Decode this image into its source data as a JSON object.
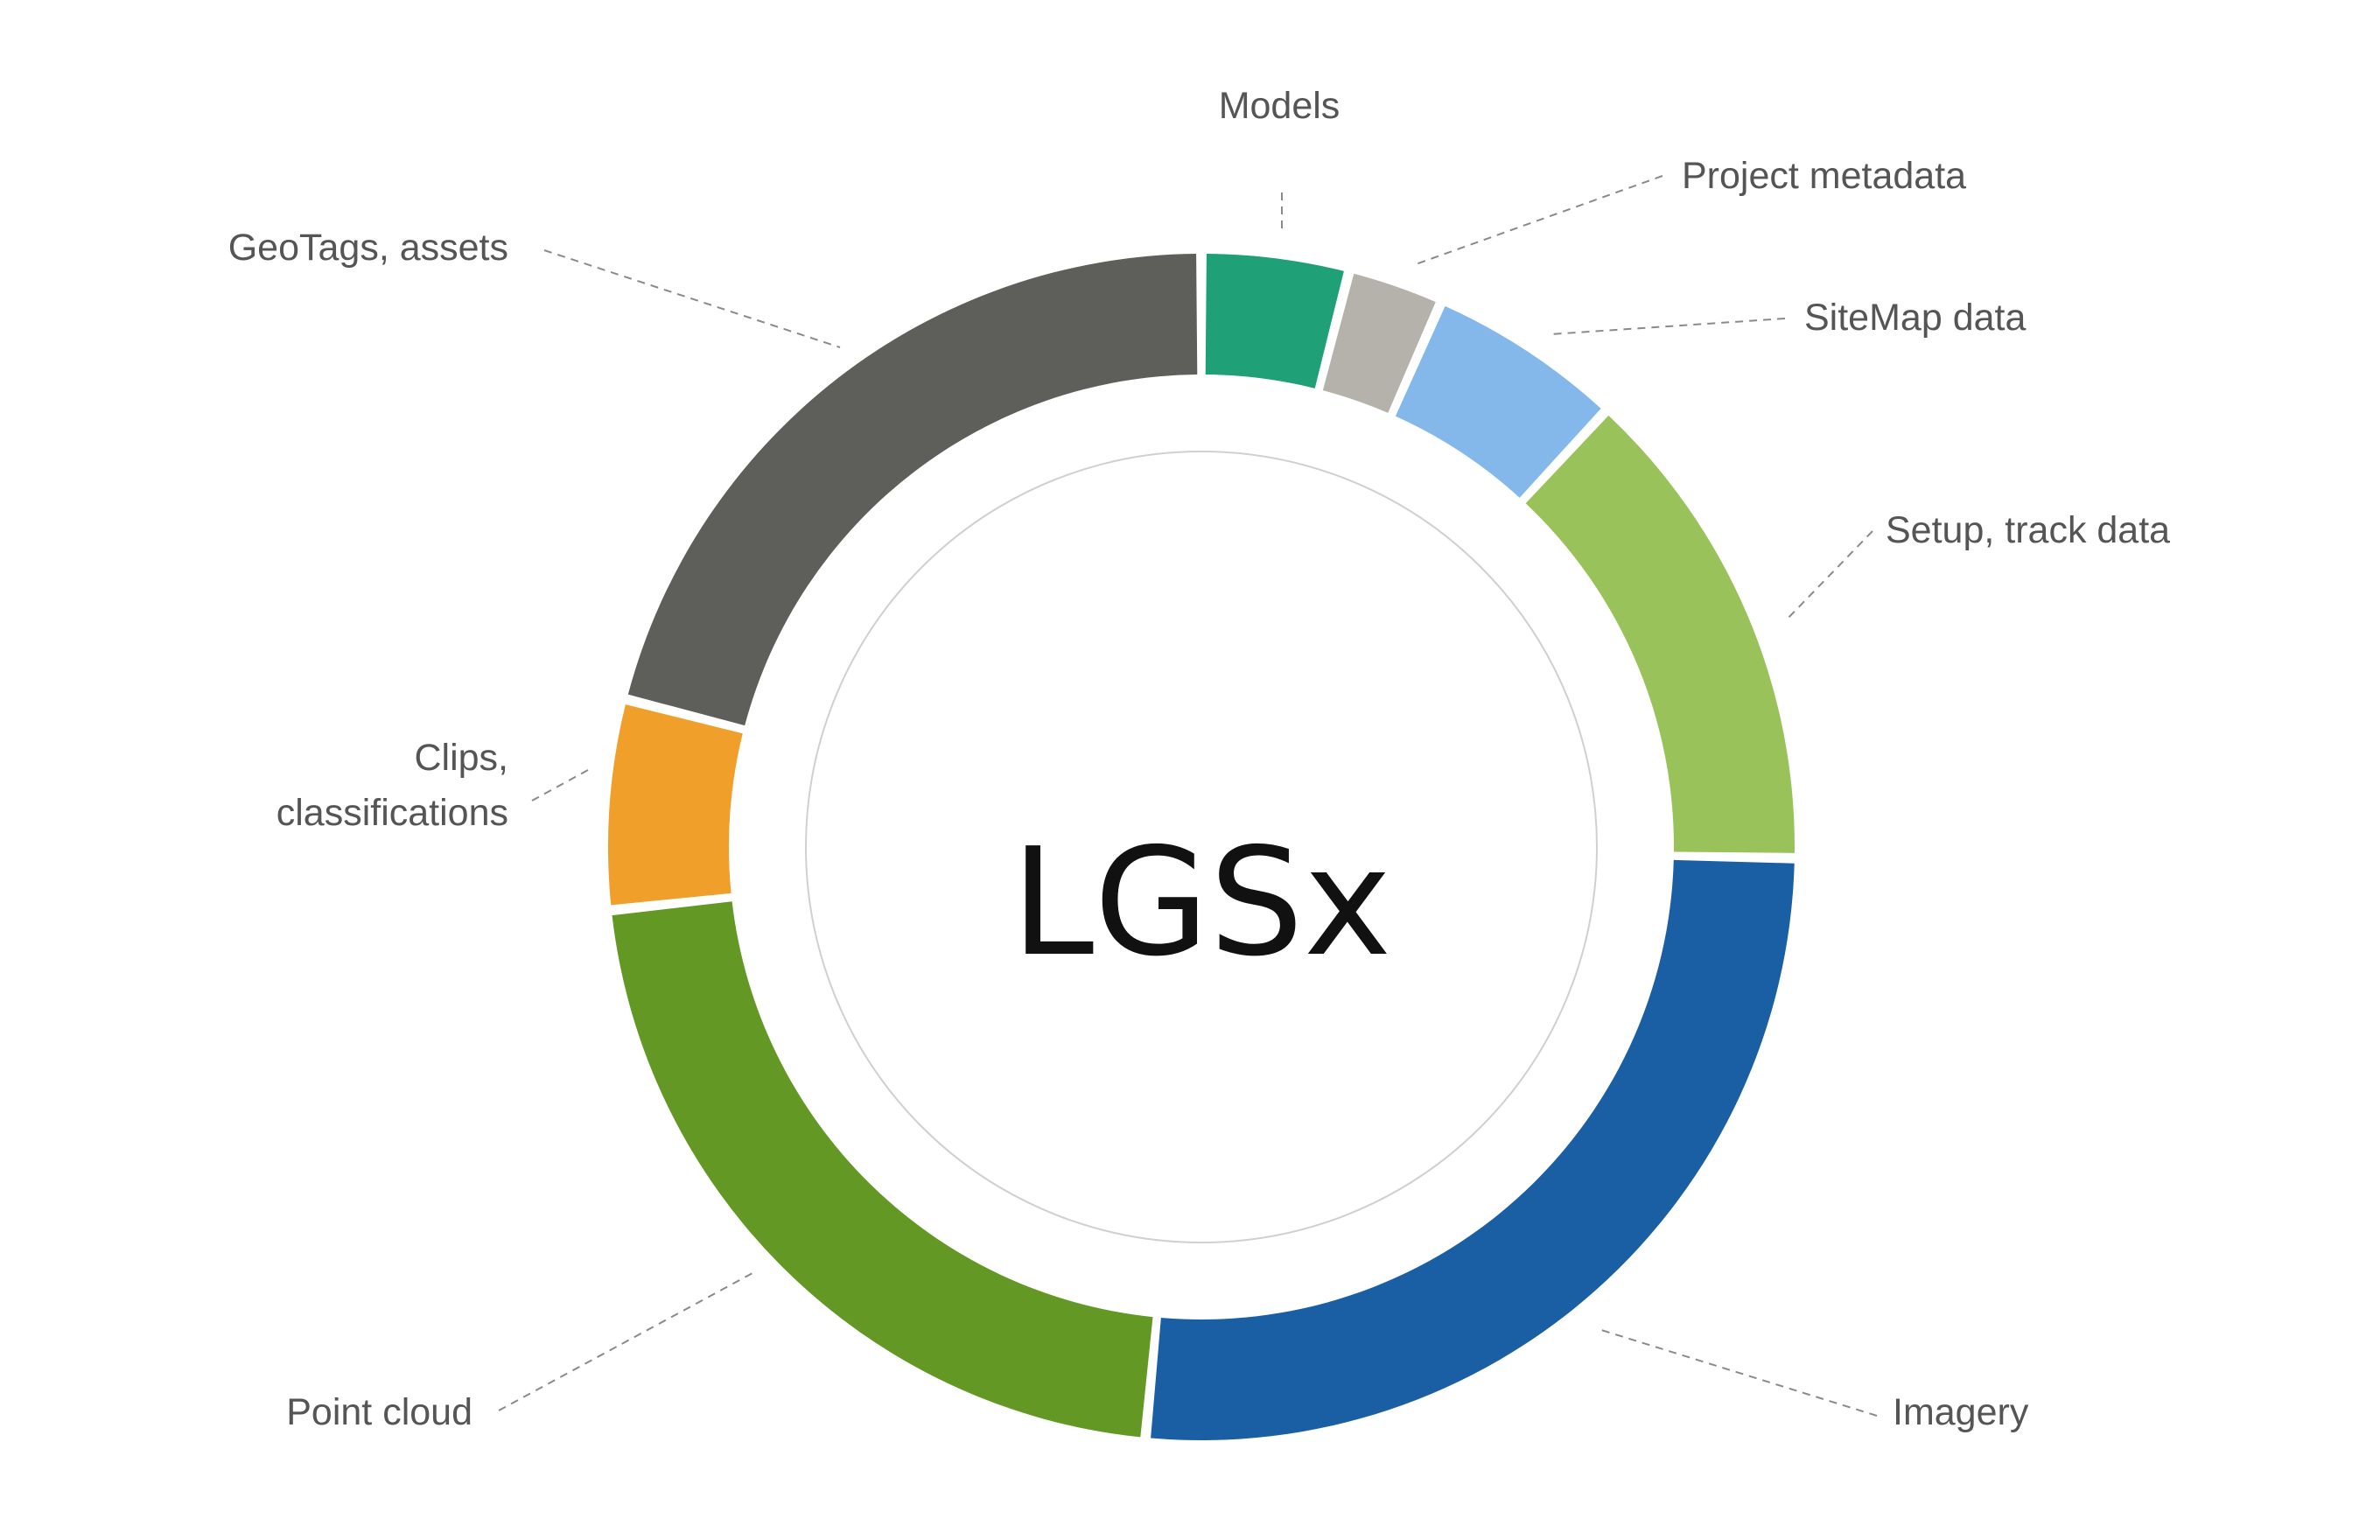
{
  "chart_data": {
    "type": "pie",
    "center_label": "LGSx",
    "slices": [
      {
        "label": "Models",
        "value": 4.0,
        "color": "#1fa077"
      },
      {
        "label": "Project metadata",
        "value": 2.6,
        "color": "#b4b2aa"
      },
      {
        "label": "SiteMap data",
        "value": 5.3,
        "color": "#85b8ea"
      },
      {
        "label": "Setup, track data",
        "value": 13.4,
        "color": "#99c35a"
      },
      {
        "label": "Imagery",
        "value": 26.2,
        "color": "#1a5fa4"
      },
      {
        "label": "Point cloud",
        "value": 21.8,
        "color": "#639824"
      },
      {
        "label": "Clips, classifications",
        "value": 5.7,
        "color": "#f0a02a"
      },
      {
        "label": "GeoTags, assets",
        "value": 21.0,
        "color": "#5e5e5a"
      }
    ],
    "legend": "none",
    "grid": false
  },
  "labels_display": {
    "clips_line1": "Clips,",
    "clips_line2": "classifications"
  },
  "colors": {
    "label_text": "#555555",
    "center_text": "#111111",
    "inner_ring": "#d0d0d0",
    "leader": "#8a8a8a"
  }
}
